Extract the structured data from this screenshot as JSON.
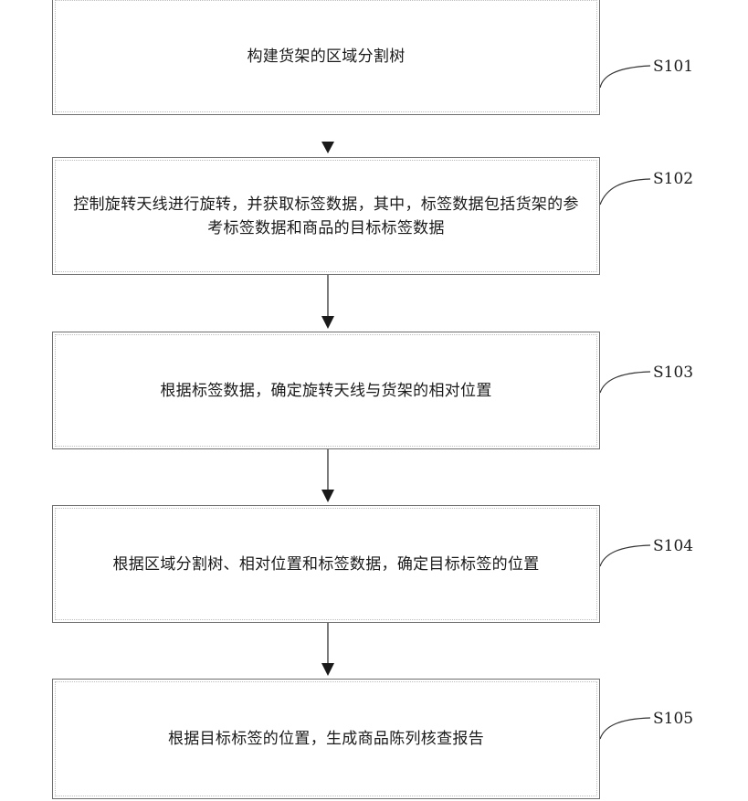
{
  "steps": [
    {
      "id": "S101",
      "text": "构建货架的区域分割树"
    },
    {
      "id": "S102",
      "text": "控制旋转天线进行旋转，并获取标签数据，其中，标签数据包括货架的参考标签数据和商品的目标标签数据"
    },
    {
      "id": "S103",
      "text": "根据标签数据，确定旋转天线与货架的相对位置"
    },
    {
      "id": "S104",
      "text": "根据区域分割树、相对位置和标签数据，确定目标标签的位置"
    },
    {
      "id": "S105",
      "text": "根据目标标签的位置，生成商品陈列核查报告"
    }
  ]
}
